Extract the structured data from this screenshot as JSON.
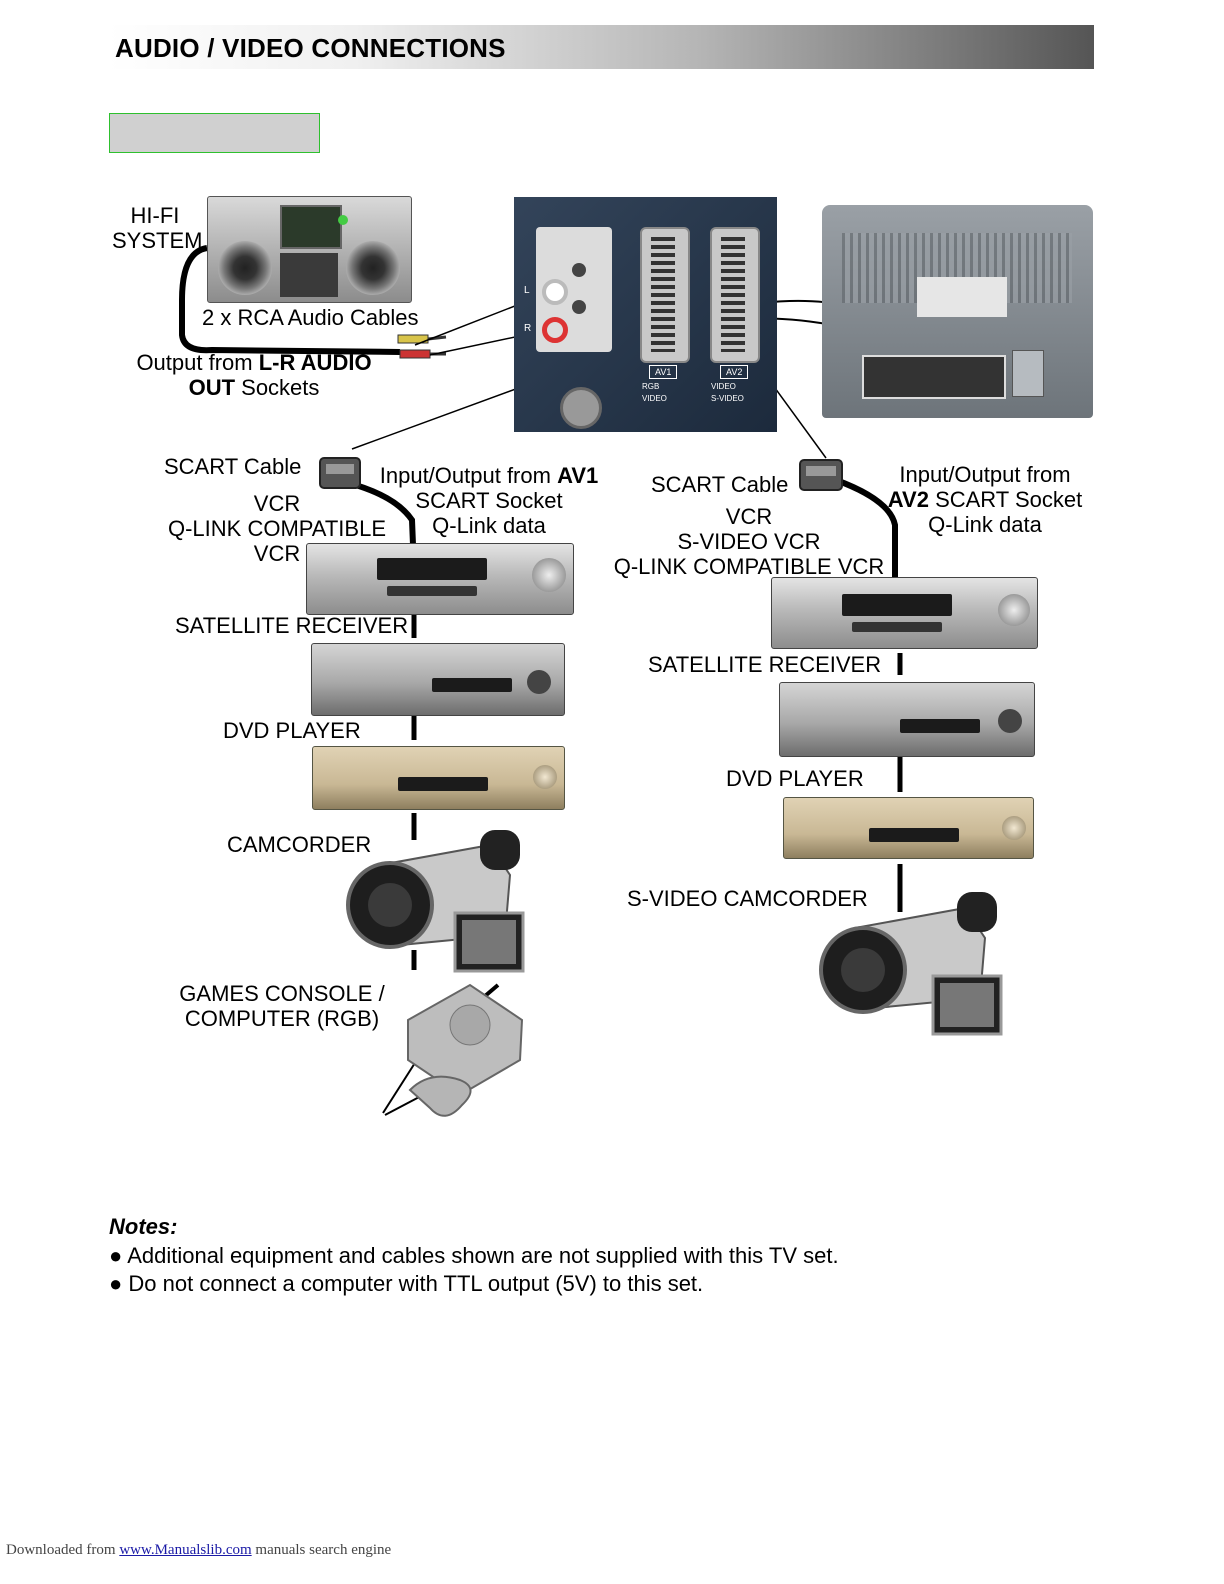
{
  "header": {
    "title": "AUDIO / VIDEO CONNECTIONS"
  },
  "colors": {
    "header_gradient_end": "#555555",
    "section_box_border": "#2ec02e",
    "section_box_fill": "#d0d0d0"
  },
  "hifi": {
    "label_line1": "HI-FI",
    "label_line2": "SYSTEM",
    "cables": "2 x RCA Audio Cables",
    "output_prefix": "Output from ",
    "output_bold1": "L-R AUDIO",
    "output_bold2": "OUT",
    "output_suffix": " Sockets"
  },
  "panel": {
    "socket_l": "L",
    "socket_r": "R",
    "av1": "AV1",
    "av2": "AV2",
    "av1_rgb": "RGB",
    "av1_video": "VIDEO",
    "av2_video": "VIDEO",
    "av2_svideo": "S-VIDEO"
  },
  "left_chain": {
    "scart_cable": "SCART Cable",
    "io_prefix": "Input/Output from ",
    "io_bold": "AV1",
    "io_line2": "SCART Socket",
    "io_line3": "Q-Link data",
    "vcr_line1": "VCR",
    "vcr_line2": "Q-LINK COMPATIBLE",
    "vcr_line3": "VCR",
    "satellite": "SATELLITE RECEIVER",
    "dvd": "DVD PLAYER",
    "camcorder": "CAMCORDER",
    "games_line1": "GAMES CONSOLE /",
    "games_line2": "COMPUTER (RGB)"
  },
  "right_chain": {
    "scart_cable": "SCART Cable",
    "io_line1": "Input/Output from",
    "io_bold": "AV2",
    "io_line2_suffix": " SCART Socket",
    "io_line3": "Q-Link data",
    "vcr_line1": "VCR",
    "vcr_line2": "S-VIDEO VCR",
    "vcr_line3": "Q-LINK COMPATIBLE VCR",
    "satellite": "SATELLITE RECEIVER",
    "dvd": "DVD PLAYER",
    "camcorder": "S-VIDEO CAMCORDER"
  },
  "notes": {
    "title": "Notes:",
    "items": [
      "Additional equipment and cables shown are not supplied with this TV set.",
      "Do not connect a computer with TTL output (5V) to this set."
    ],
    "bullet": "●"
  },
  "footer": {
    "prefix": "Downloaded from ",
    "link": "www.Manualslib.com",
    "suffix": "  manuals search engine"
  }
}
